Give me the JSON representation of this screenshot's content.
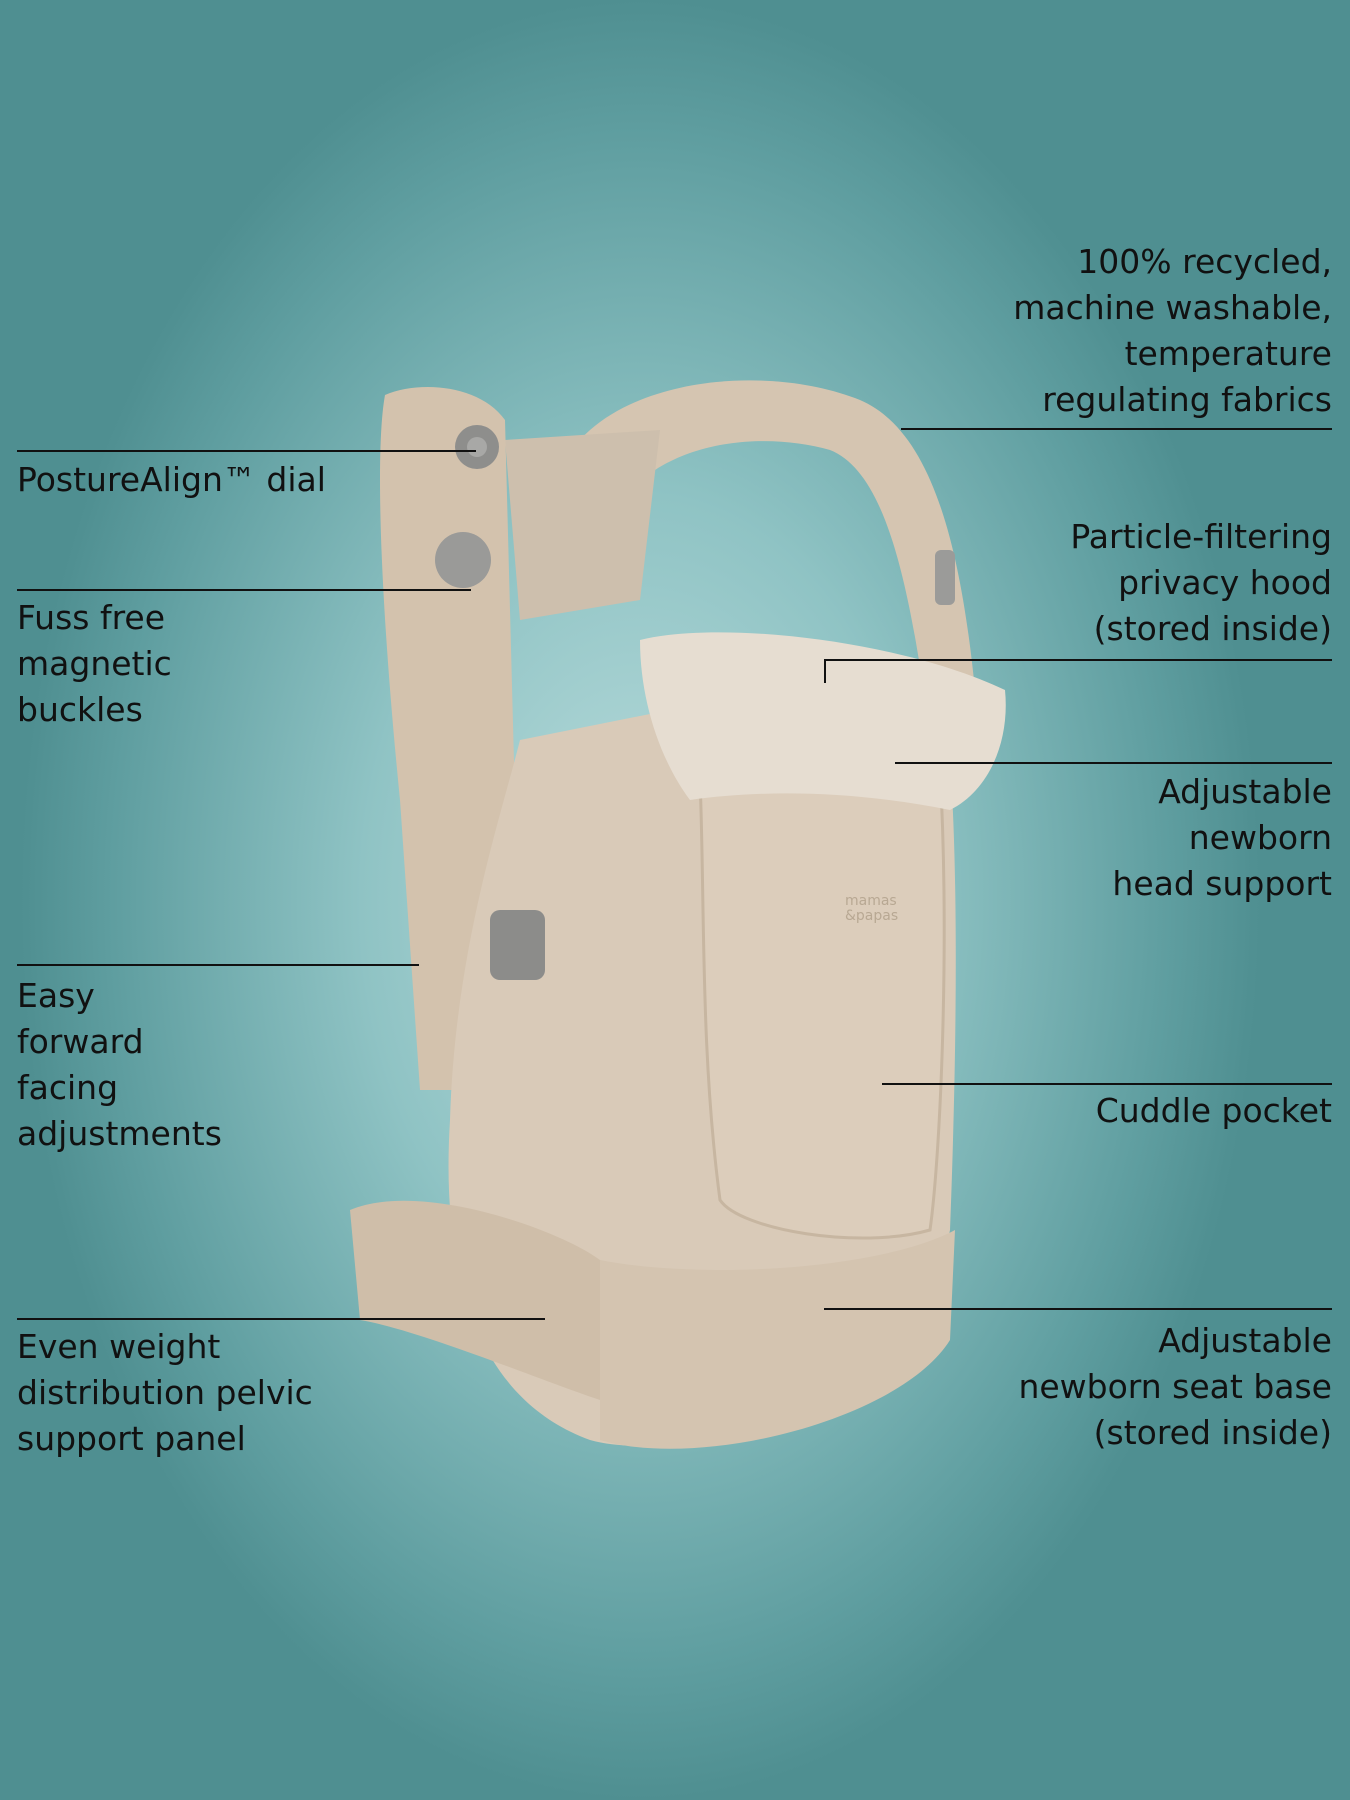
{
  "product": {
    "logo_text": "mamas & papas"
  },
  "features_left": [
    {
      "label": "PostureAlign™ dial"
    },
    {
      "label": "Fuss free\nmagnetic\nbuckles"
    },
    {
      "label": "Easy\nforward\nfacing\nadjustments"
    },
    {
      "label": "Even weight\ndistribution pelvic\nsupport panel"
    }
  ],
  "features_right": [
    {
      "label": "100% recycled,\nmachine washable,\ntemperature\nregulating fabrics"
    },
    {
      "label": "Particle-filtering\nprivacy hood\n(stored inside)"
    },
    {
      "label": "Adjustable\nnewborn\nhead support"
    },
    {
      "label": "Cuddle pocket"
    },
    {
      "label": "Adjustable\nnewborn seat base\n(stored inside)"
    }
  ],
  "colors": {
    "background": "#8fc3c4",
    "fabric": "#d9cab8",
    "hardware": "#8e8e8c",
    "text": "#111111"
  }
}
